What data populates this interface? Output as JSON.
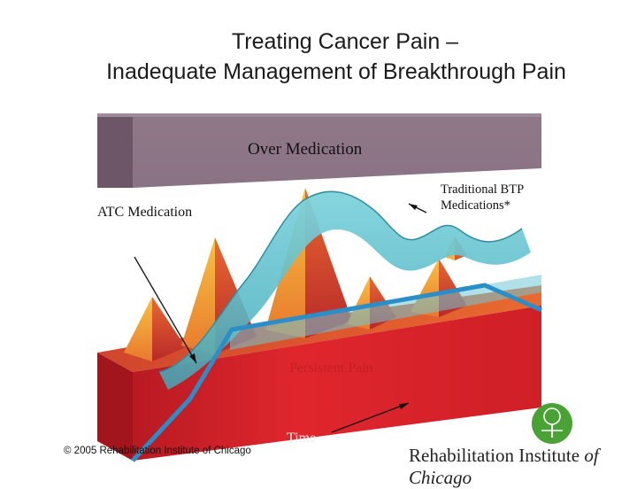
{
  "title": {
    "line1": "Treating Cancer Pain –",
    "line2": "Inadequate Management of Breakthrough Pain"
  },
  "labels": {
    "over_medication": "Over Medication",
    "traditional_btp_line1": "Traditional BTP",
    "traditional_btp_line2": "Medications*",
    "atc_medication": "ATC Medication",
    "persistent_pain": "Persistent Pain",
    "time_axis": "Time"
  },
  "footer": {
    "copyright": "© 2005 Rehabilitation Institute of Chicago",
    "logo_text_plain": "Rehabilitation Institute ",
    "logo_text_italic": "of Chicago"
  },
  "colors": {
    "over_medication_band": "#8d7586",
    "persistent_pain": "#d8232a",
    "btp_ribbon": "#5fc3d0",
    "atc_line": "#2b8fc9",
    "logo_green": "#4aa235"
  }
}
